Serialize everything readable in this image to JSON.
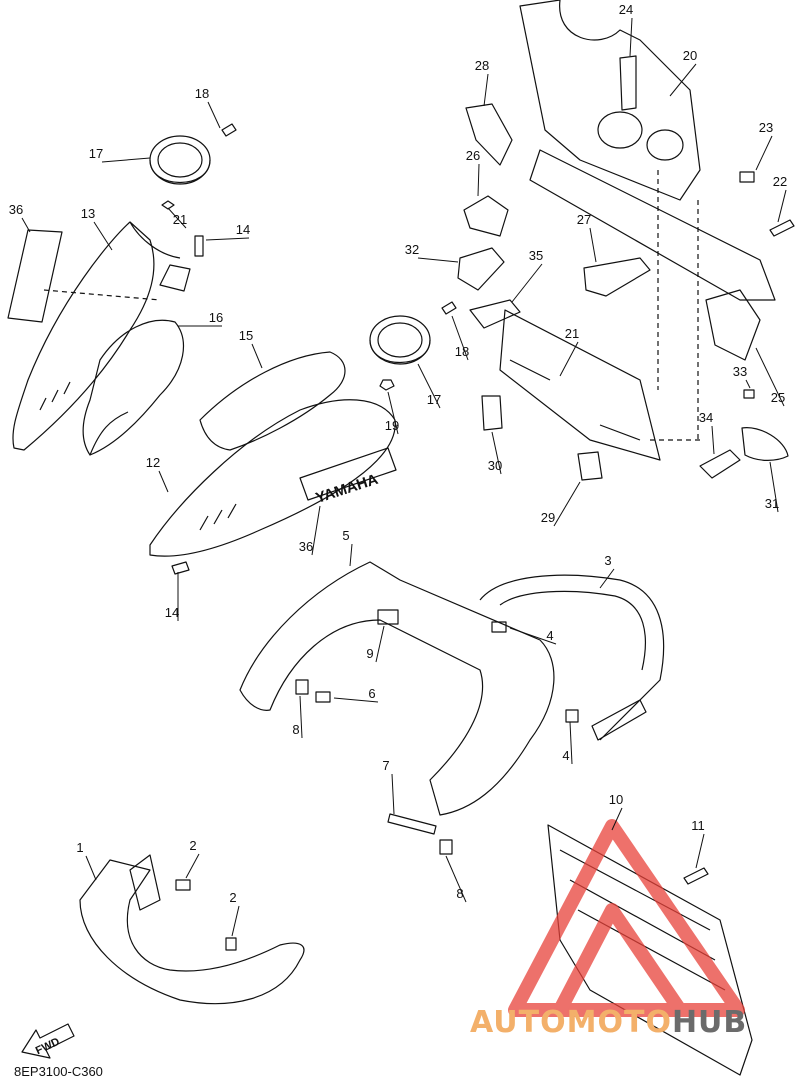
{
  "diagram": {
    "drawing_code": "8EP3100-C360",
    "fwd_label": "FWD",
    "brand_decal": "YAMAHA",
    "watermark": {
      "part1": "AUTOMOTO",
      "part2": "HUB"
    },
    "colors": {
      "line": "#111111",
      "watermark_red": "#e8423a",
      "watermark_orange": "#f3b06a",
      "watermark_gray": "#6b6b6b"
    },
    "callouts": [
      {
        "id": "c18a",
        "label": "18"
      },
      {
        "id": "c17a",
        "label": "17"
      },
      {
        "id": "c36a",
        "label": "36"
      },
      {
        "id": "c13",
        "label": "13"
      },
      {
        "id": "c21a",
        "label": "21"
      },
      {
        "id": "c14a",
        "label": "14"
      },
      {
        "id": "c16",
        "label": "16"
      },
      {
        "id": "c15",
        "label": "15"
      },
      {
        "id": "c12",
        "label": "12"
      },
      {
        "id": "c14b",
        "label": "14"
      },
      {
        "id": "c36b",
        "label": "36"
      },
      {
        "id": "c19",
        "label": "19"
      },
      {
        "id": "c17b",
        "label": "17"
      },
      {
        "id": "c18b",
        "label": "18"
      },
      {
        "id": "c32",
        "label": "32"
      },
      {
        "id": "c35",
        "label": "35"
      },
      {
        "id": "c21b",
        "label": "21"
      },
      {
        "id": "c30",
        "label": "30"
      },
      {
        "id": "c29",
        "label": "29"
      },
      {
        "id": "c28",
        "label": "28"
      },
      {
        "id": "c26",
        "label": "26"
      },
      {
        "id": "c24",
        "label": "24"
      },
      {
        "id": "c20",
        "label": "20"
      },
      {
        "id": "c23",
        "label": "23"
      },
      {
        "id": "c22",
        "label": "22"
      },
      {
        "id": "c27",
        "label": "27"
      },
      {
        "id": "c33",
        "label": "33"
      },
      {
        "id": "c25",
        "label": "25"
      },
      {
        "id": "c34",
        "label": "34"
      },
      {
        "id": "c31",
        "label": "31"
      },
      {
        "id": "c5",
        "label": "5"
      },
      {
        "id": "c3",
        "label": "3"
      },
      {
        "id": "c4a",
        "label": "4"
      },
      {
        "id": "c4b",
        "label": "4"
      },
      {
        "id": "c9",
        "label": "9"
      },
      {
        "id": "c6",
        "label": "6"
      },
      {
        "id": "c8a",
        "label": "8"
      },
      {
        "id": "c7",
        "label": "7"
      },
      {
        "id": "c8b",
        "label": "8"
      },
      {
        "id": "c10",
        "label": "10"
      },
      {
        "id": "c11",
        "label": "11"
      },
      {
        "id": "c1",
        "label": "1"
      },
      {
        "id": "c2a",
        "label": "2"
      },
      {
        "id": "c2b",
        "label": "2"
      }
    ]
  }
}
